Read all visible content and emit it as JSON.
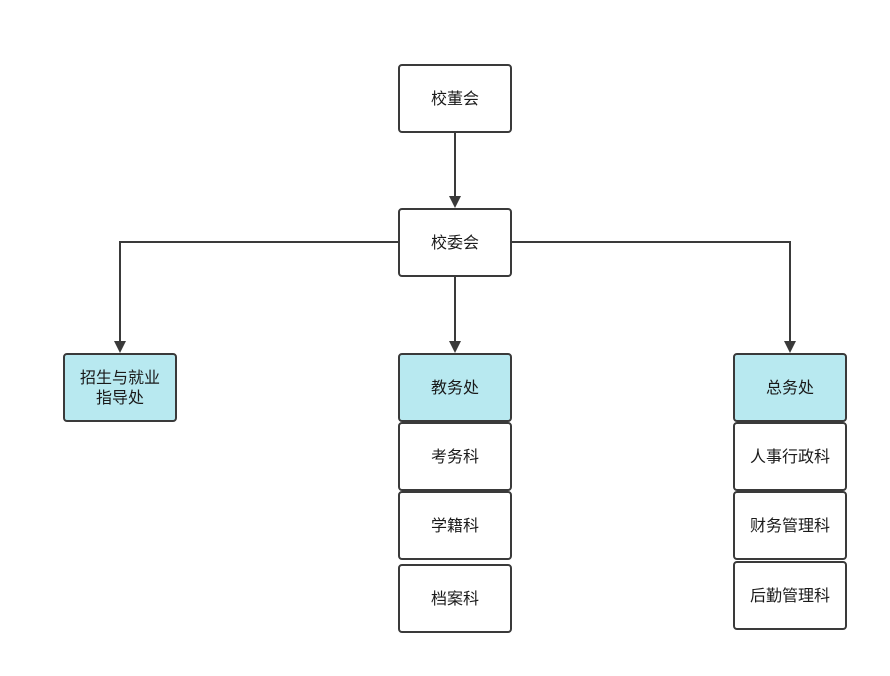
{
  "colors": {
    "header_fill": "#b8e9f0",
    "node_fill": "#ffffff",
    "stroke": "#3a3a3a"
  },
  "nodes": {
    "board": "校董会",
    "committee": "校委会",
    "admissions": "招生与就业\n指导处",
    "academic": "教务处",
    "exam": "考务科",
    "registry": "学籍科",
    "archives": "档案科",
    "general": "总务处",
    "hr_admin": "人事行政科",
    "finance": "财务管理科",
    "logistics": "后勤管理科"
  }
}
